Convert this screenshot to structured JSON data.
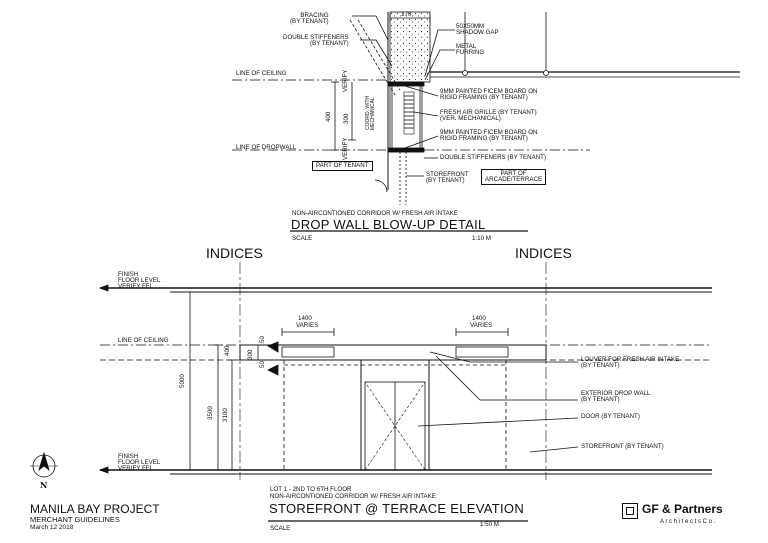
{
  "detail": {
    "labels": {
      "bracing": "BRACING\n(BY TENANT)",
      "double_stiffeners_top": "DOUBLE STIFFENERS\n(BY TENANT)",
      "shadow_gap": "50X50MM\nSHADOW GAP",
      "metal_furring": "METAL\nFURRING",
      "line_of_ceiling": "LINE OF CEILING",
      "line_of_dropwall": "LINE OF DROPWALL",
      "ficem_top": "9MM PAINTED FICEM BOARD ON\nRIGID FRAMING (BY TENANT)",
      "fresh_air_grille": "FRESH AIR GRILLE (BY TENANT)\n(VER. MECHANICAL)",
      "ficem_bottom": "9MM PAINTED FICEM BOARD ON\nRIGID FRAMING (BY TENANT)",
      "double_stiffeners_bottom": "DOUBLE STIFFENERS (BY TENANT)",
      "part_of_tenant": "PART OF TENANT",
      "storefront": "STOREFRONT\n(BY TENANT)",
      "part_of_arcade": "PART OF\nARCADE/TERRACE",
      "verify_top": "VERIFY",
      "verify_bottom": "VERIFY",
      "coord_mech": "COORD. WITH\nMECHANICAL"
    },
    "dims": {
      "top_width": "170",
      "d400": "400",
      "d300": "300"
    },
    "subtitle": "NON-AIRCONTIONED CORRIDOR W/ FRESH AIR INTAKE",
    "title": "DROP WALL BLOW-UP DETAIL",
    "scale_label": "SCALE",
    "scale_value": "1:10 M"
  },
  "elevation": {
    "indices_left": "INDICES",
    "indices_right": "INDICES",
    "finish_floor_top": "FINISH\nFLOOR LEVEL\nVERIFY FFL",
    "line_of_ceiling": "LINE OF CEILING",
    "finish_floor_bottom": "FINISH\nFLOOR LEVEL\nVERIFY FFL",
    "dims": {
      "w1": "1400",
      "w1_sub": "VARIES",
      "w2": "1400",
      "w2_sub": "VARIES",
      "d5000": "5000",
      "d3500": "3500",
      "d3100": "3100",
      "d400": "400",
      "d300": "300",
      "d50a": "50",
      "d50b": "50"
    },
    "callouts": {
      "louver": "LOUVER FOR FRESH AIR INTAKE\n(BY TENANT)",
      "drop_wall": "EXTERIOR DROP WALL\n(BY TENANT)",
      "door": "DOOR (BY TENANT)",
      "storefront": "STOREFRONT (BY TENANT)"
    },
    "subtitle1": "LOT 1 - 2ND TO 6TH FLOOR",
    "subtitle2": "NON-AIRCONTIONED CORRIDOR W/ FRESH AIR INTAKE",
    "title": "STOREFRONT @ TERRACE ELEVATION",
    "scale_label": "SCALE",
    "scale_value": "1:50 M"
  },
  "project": {
    "name": "MANILA BAY PROJECT",
    "subtitle": "MERCHANT GUIDELINES",
    "date": "March 12 2018",
    "north": "N"
  },
  "firm": {
    "name": "GF & Partners",
    "sub": "A r c h i t e c t s   C o ."
  }
}
